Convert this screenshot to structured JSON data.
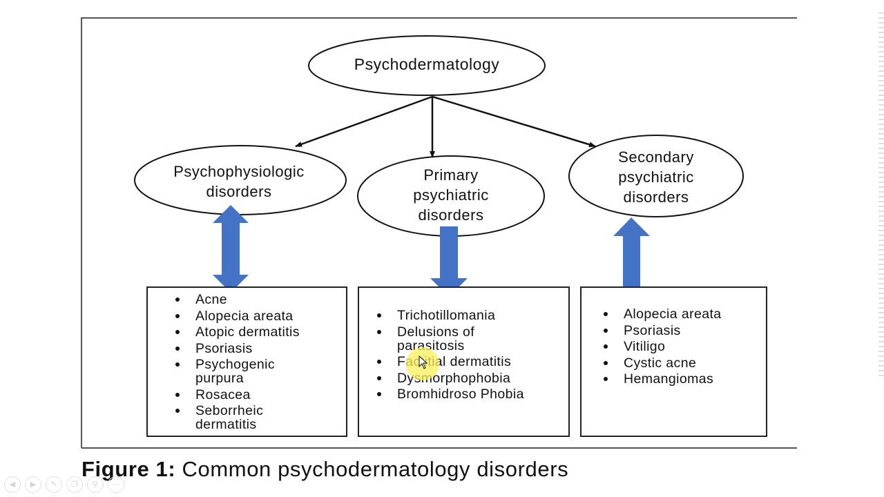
{
  "diagram": {
    "root": "Psychodermatology",
    "categories": [
      {
        "title": "Psychophysiologic\ndisorders",
        "items": [
          "Acne",
          "Alopecia areata",
          "Atopic dermatitis",
          "Psoriasis",
          "Psychogenic\npurpura",
          "Rosacea",
          "Seborrheic\ndermatitis"
        ]
      },
      {
        "title": "Primary\npsychiatric\ndisorders",
        "items": [
          "Trichotillomania",
          "Delusions of\nparasitosis",
          "Factitial dermatitis",
          "Dysmorphophobia",
          "Bromhidroso Phobia"
        ]
      },
      {
        "title": "Secondary\npsychiatric\ndisorders",
        "items": [
          "Alopecia areata",
          "Psoriasis",
          "Vitiligo",
          "Cystic acne",
          "Hemangiomas"
        ]
      }
    ],
    "relationships": [
      "bidirectional",
      "downward",
      "upward"
    ]
  },
  "caption": {
    "label": "Figure 1:",
    "text": " Common psychodermatology disorders"
  },
  "colors": {
    "arrow_blue": "#4472c4",
    "highlight_yellow": "#f7ec5a"
  },
  "icons": [
    "cursor-arrow-icon",
    "previous-icon",
    "next-icon",
    "pen-icon",
    "copy-icon",
    "zoom-icon",
    "more-icon"
  ]
}
